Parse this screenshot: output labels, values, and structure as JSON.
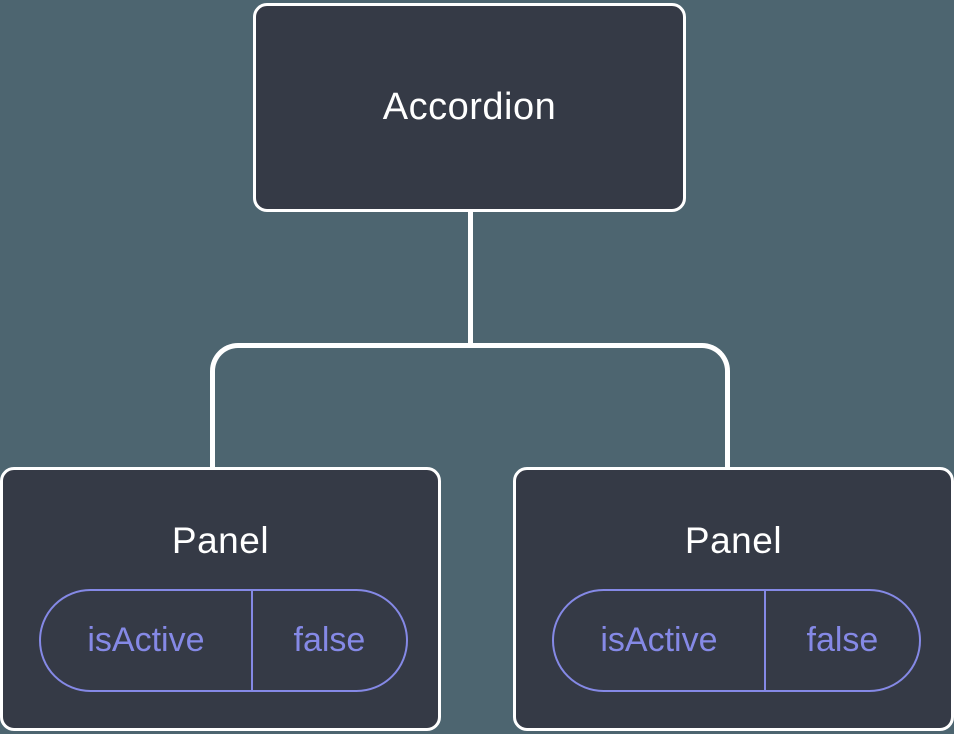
{
  "diagram": {
    "type": "component-tree",
    "root": {
      "label": "Accordion"
    },
    "children": [
      {
        "label": "Panel",
        "prop_name": "isActive",
        "prop_value": "false"
      },
      {
        "label": "Panel",
        "prop_name": "isActive",
        "prop_value": "false"
      }
    ],
    "colors": {
      "canvas_background": "#4d6570",
      "node_fill": "#353a46",
      "node_border": "#ffffff",
      "node_text": "#ffffff",
      "prop_accent": "#8589e6"
    }
  }
}
